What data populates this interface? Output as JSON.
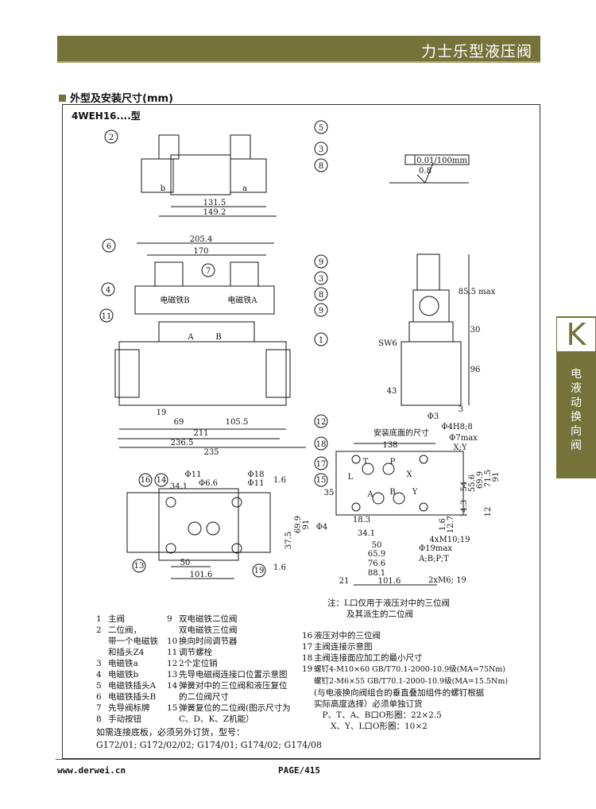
{
  "header": {
    "title": "力士乐型液压阀"
  },
  "section": {
    "title": "外型及安装尺寸(mm)",
    "model": "4WEH16....型"
  },
  "side_tab": {
    "letter": "K",
    "label": "电液动换向阀"
  },
  "drawing": {
    "top": {
      "d1": "131.5",
      "d2": "149.2",
      "b": "b",
      "a": "a",
      "c2": "2",
      "c5": "5",
      "c3": "3",
      "c8": "8"
    },
    "flat": {
      "tol": "0.01/100mm",
      "rough": "0.8"
    },
    "front": {
      "d205": "205.4",
      "d170": "170",
      "c6": "6",
      "c7": "7",
      "c4": "4",
      "c11": "11",
      "c9a": "9",
      "c3": "3",
      "c8": "8",
      "c9b": "9",
      "c1": "1",
      "solB": "电磁铁B",
      "solA": "电磁铁A",
      "d19": "19",
      "d69": "69",
      "d105": "105.5",
      "d211": "211",
      "d236": "236.5",
      "d235": "235",
      "c16": "16",
      "c14": "14",
      "c15": "15",
      "portA": "A",
      "portB": "B"
    },
    "bottom": {
      "phi11a": "Φ11",
      "phi66": "Φ6.6",
      "d341": "34.1",
      "phi18": "Φ18",
      "phi11b": "Φ11",
      "d16a": "1.6",
      "d699": "69.9",
      "d91": "91",
      "d375": "37.5",
      "d16b": "1.6",
      "d50": "50",
      "d1016": "101.6",
      "c13": "13",
      "c19": "19"
    },
    "side": {
      "d855": "85.5 max",
      "d30": "30",
      "d96": "96",
      "d43": "43",
      "sw6": "SW6",
      "phi3": "Φ3",
      "d3": "3",
      "c12": "12",
      "phi4h8": "Φ4H8;8"
    },
    "mount": {
      "title": "安装底面的尺寸",
      "d138": "138",
      "phi7": "Φ7max",
      "xy": "X;Y",
      "c18": "18",
      "c17": "17",
      "c15": "15",
      "d35": "35",
      "phi4": "Φ4",
      "d183": "18.3",
      "d341": "34.1",
      "d50": "50",
      "d659": "65.9",
      "d766": "76.6",
      "d881": "88.1",
      "d21": "21",
      "d1016": "101.6",
      "phi19": "Φ19max",
      "abpt": "A;B;P;T",
      "m10": "4xM10;19",
      "m6": "2xM6; 19",
      "d54": "54",
      "d556": "55.6",
      "d699": "69.9",
      "d715": "71.5",
      "d91": "91",
      "d12": "12",
      "d143": "14.3",
      "d16": "1.6",
      "d127": "12.7",
      "pT": "T",
      "pP": "P",
      "pA": "A",
      "pB": "B",
      "pX": "X",
      "pL": "L",
      "pY": "Y"
    }
  },
  "note": {
    "line1": "注：L口仅用于液压对中的三位阀",
    "line2": "及其派生的二位阀"
  },
  "legend_left": [
    {
      "n": "1",
      "t": "主阀"
    },
    {
      "n": "2",
      "t": "二位阀，"
    },
    {
      "n": "",
      "t": "带一个电磁铁"
    },
    {
      "n": "",
      "t": "和插头Z4"
    },
    {
      "n": "3",
      "t": "电磁铁a"
    },
    {
      "n": "4",
      "t": "电磁铁b"
    },
    {
      "n": "5",
      "t": "电磁铁插头A"
    },
    {
      "n": "6",
      "t": "电磁铁插头B"
    },
    {
      "n": "7",
      "t": "先导阀标牌"
    },
    {
      "n": "8",
      "t": "手动按钮"
    }
  ],
  "legend_mid": [
    {
      "n": "9",
      "t": "双电磁铁二位阀"
    },
    {
      "n": "",
      "t": "双电磁铁三位阀"
    },
    {
      "n": "10",
      "t": "换向时间调节器"
    },
    {
      "n": "11",
      "t": "调节螺栓"
    },
    {
      "n": "12",
      "t": "2个定位销"
    },
    {
      "n": "13",
      "t": "先导电磁阀连接口位置示意图"
    },
    {
      "n": "14",
      "t": "弹簧对中的三位阀和液压复位"
    },
    {
      "n": "",
      "t": "的二位阀尺寸"
    },
    {
      "n": "15",
      "t": "弹簧复位的二位阀(图示尺寸为"
    },
    {
      "n": "",
      "t": "C、D、K、Z机能）"
    }
  ],
  "legend_right": [
    {
      "n": "16",
      "t": "液压对中的三位阀"
    },
    {
      "n": "17",
      "t": "主阀连接示意图"
    },
    {
      "n": "18",
      "t": "主阀连接面应加工的最小尺寸"
    },
    {
      "n": "19",
      "t": "螺钉4-M10×60 GB/T70.1-2000-10.9级(MA=75Nm)"
    },
    {
      "n": "",
      "t": "螺钉2-M6×55 GB/T70.1-2000-10.9级(MA=15.5Nm)"
    },
    {
      "n": "",
      "t": "(与电液换向阀组合的垂直叠加组件的螺钉根据"
    },
    {
      "n": "",
      "t": "实际高度选择）必须单独订货"
    },
    {
      "n": "",
      "t": "　P、T、A、B口O形圈：22×2.5"
    },
    {
      "n": "",
      "t": "　　X、Y、L口O形圈：10×2"
    }
  ],
  "order": {
    "line1": "如需连接底板，必须另外订货，型号：",
    "line2": "G172/01; G172/02/02; G174/01; G174/02; G174/08"
  },
  "footer": {
    "url": "www.derwei.cn",
    "page": "PAGE/415"
  }
}
